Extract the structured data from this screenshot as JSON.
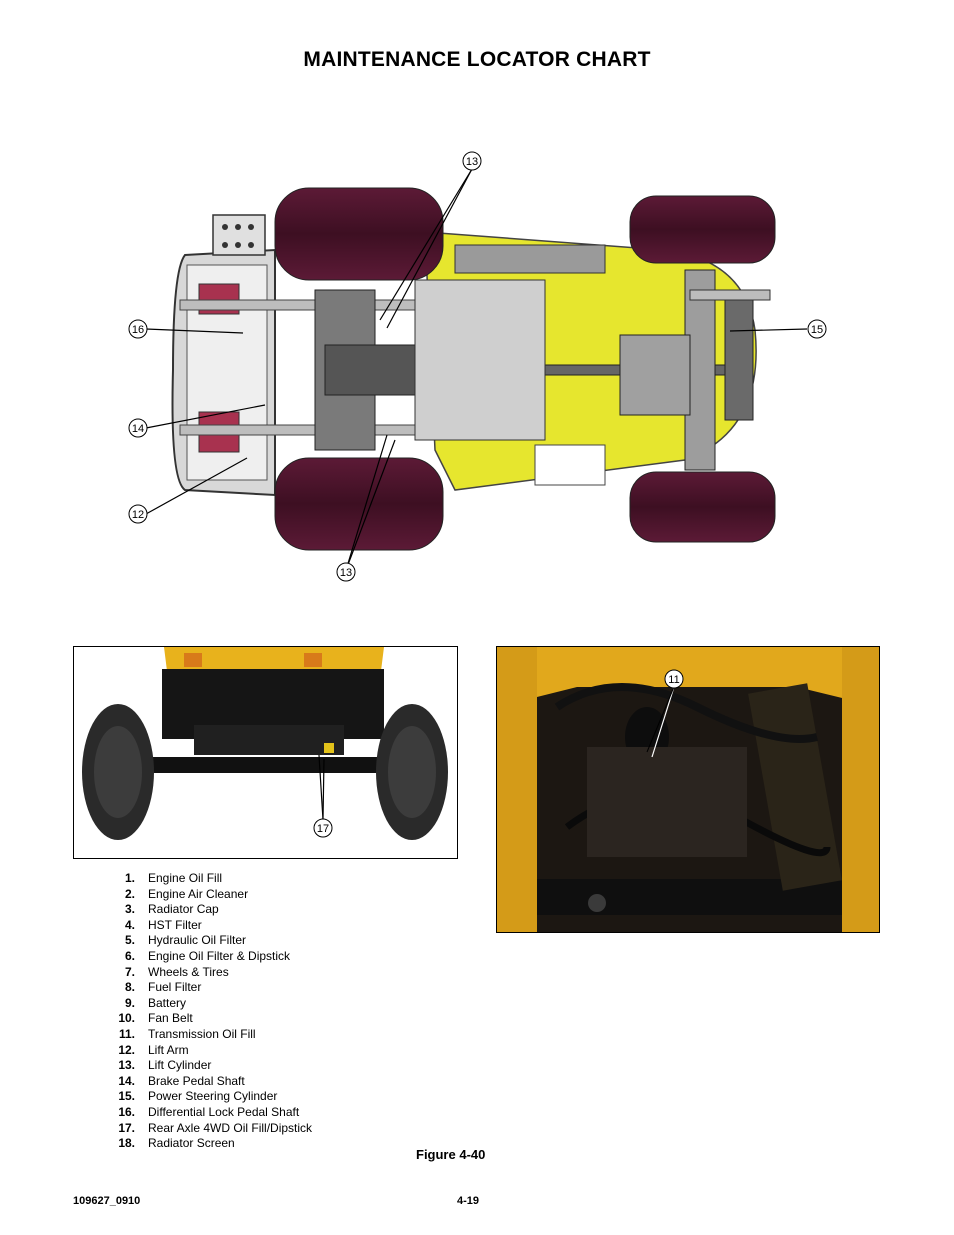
{
  "page": {
    "title": "MAINTENANCE LOCATOR CHART",
    "figure_caption": "Figure 4-40",
    "footer_left": "109627_0910",
    "footer_center": "4-19"
  },
  "callouts": {
    "underbody": [
      "13",
      "16",
      "14",
      "12",
      "13",
      "15"
    ],
    "rear_photo": [
      "17"
    ],
    "engine_photo": [
      "11"
    ]
  },
  "legend": [
    {
      "num": "1.",
      "text": "Engine Oil Fill"
    },
    {
      "num": "2.",
      "text": "Engine Air Cleaner"
    },
    {
      "num": "3.",
      "text": "Radiator Cap"
    },
    {
      "num": "4.",
      "text": "HST Filter"
    },
    {
      "num": "5.",
      "text": "Hydraulic Oil Filter"
    },
    {
      "num": "6.",
      "text": "Engine Oil Filter & Dipstick"
    },
    {
      "num": "7.",
      "text": "Wheels & Tires"
    },
    {
      "num": "8.",
      "text": "Fuel Filter"
    },
    {
      "num": "9.",
      "text": "Battery"
    },
    {
      "num": "10.",
      "text": "Fan Belt"
    },
    {
      "num": "11.",
      "text": "Transmission Oil Fill"
    },
    {
      "num": "12.",
      "text": "Lift Arm"
    },
    {
      "num": "13.",
      "text": "Lift Cylinder"
    },
    {
      "num": "14.",
      "text": "Brake Pedal Shaft"
    },
    {
      "num": "15.",
      "text": "Power Steering Cylinder"
    },
    {
      "num": "16.",
      "text": "Differential Lock Pedal Shaft"
    },
    {
      "num": "17.",
      "text": "Rear Axle 4WD Oil Fill/Dipstick"
    },
    {
      "num": "18.",
      "text": "Radiator Screen"
    }
  ],
  "colors": {
    "tire": "#4a1328",
    "chassis_yellow": "#e6e62e",
    "frame_gray": "#bdbdbd",
    "pedal_red": "#a8324f"
  }
}
